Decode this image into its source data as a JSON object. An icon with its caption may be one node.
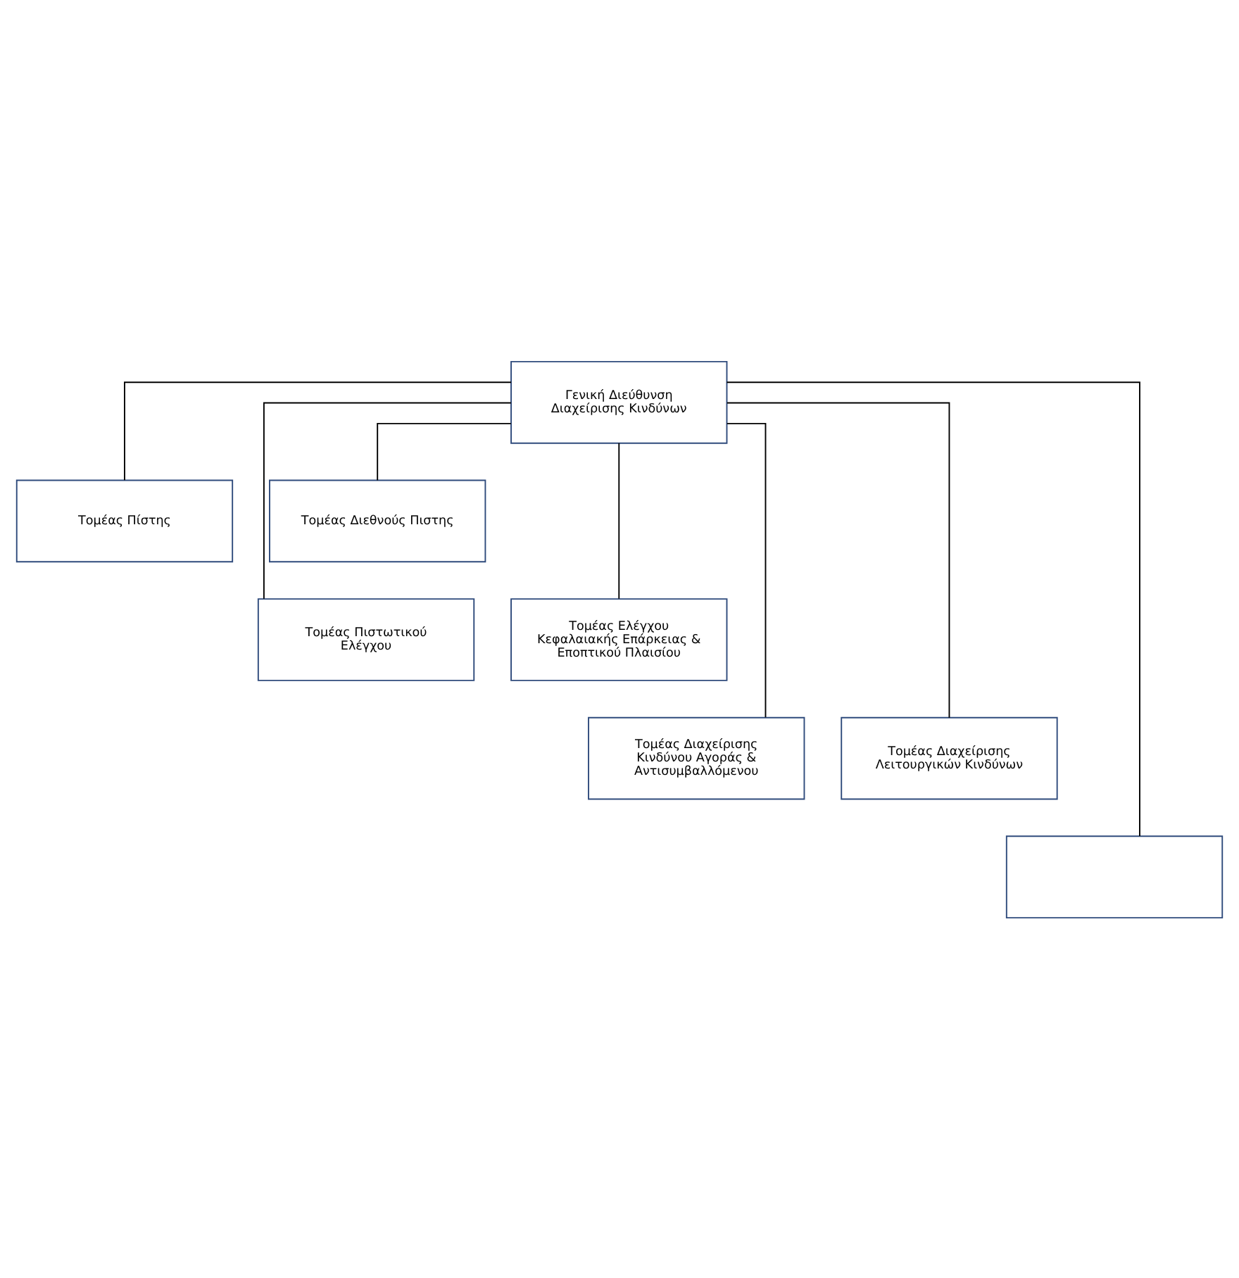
{
  "diagram": {
    "nodes": [
      {
        "text": [
          "Γενική Διεύθυνση Διαχείρισης Κινδύνων"
        ]
      },
      {
        "text": [
          "Τομέας Πίστης"
        ]
      },
      {
        "text": [
          "Τομέας Διεθνούς Πιστης"
        ]
      },
      {
        "text": [
          "Τομέας Πιστωτικού Ελέγχου"
        ]
      },
      {
        "text": [
          "Τομέας Ελέγχου Κεφαλαιακής Επάρκειας & Εποπτικού Πλαισίου"
        ]
      },
      {
        "text": [
          "Τομέας Διαχείρισης Κινδύνου Αγοράς & Αντισυμβαλλόμενου"
        ]
      },
      {
        "text": [
          "Τομέας Διαχείρισης Λειτουργικών Κινδύνων"
        ]
      },
      {
        "text": [],
        "shape": "box"
      }
    ],
    "edges": [
      {
        "from": 0,
        "to": 1,
        "arrow": "none"
      },
      {
        "from": 0,
        "to": 2,
        "arrow": "none"
      },
      {
        "from": 0,
        "to": 3,
        "arrow": "none"
      },
      {
        "from": 0,
        "to": 4,
        "arrow": "none"
      },
      {
        "from": 0,
        "to": 5,
        "arrow": "none"
      },
      {
        "from": 0,
        "to": 6,
        "arrow": "none"
      },
      {
        "from": 0,
        "to": 7,
        "arrow": "none"
      }
    ]
  }
}
